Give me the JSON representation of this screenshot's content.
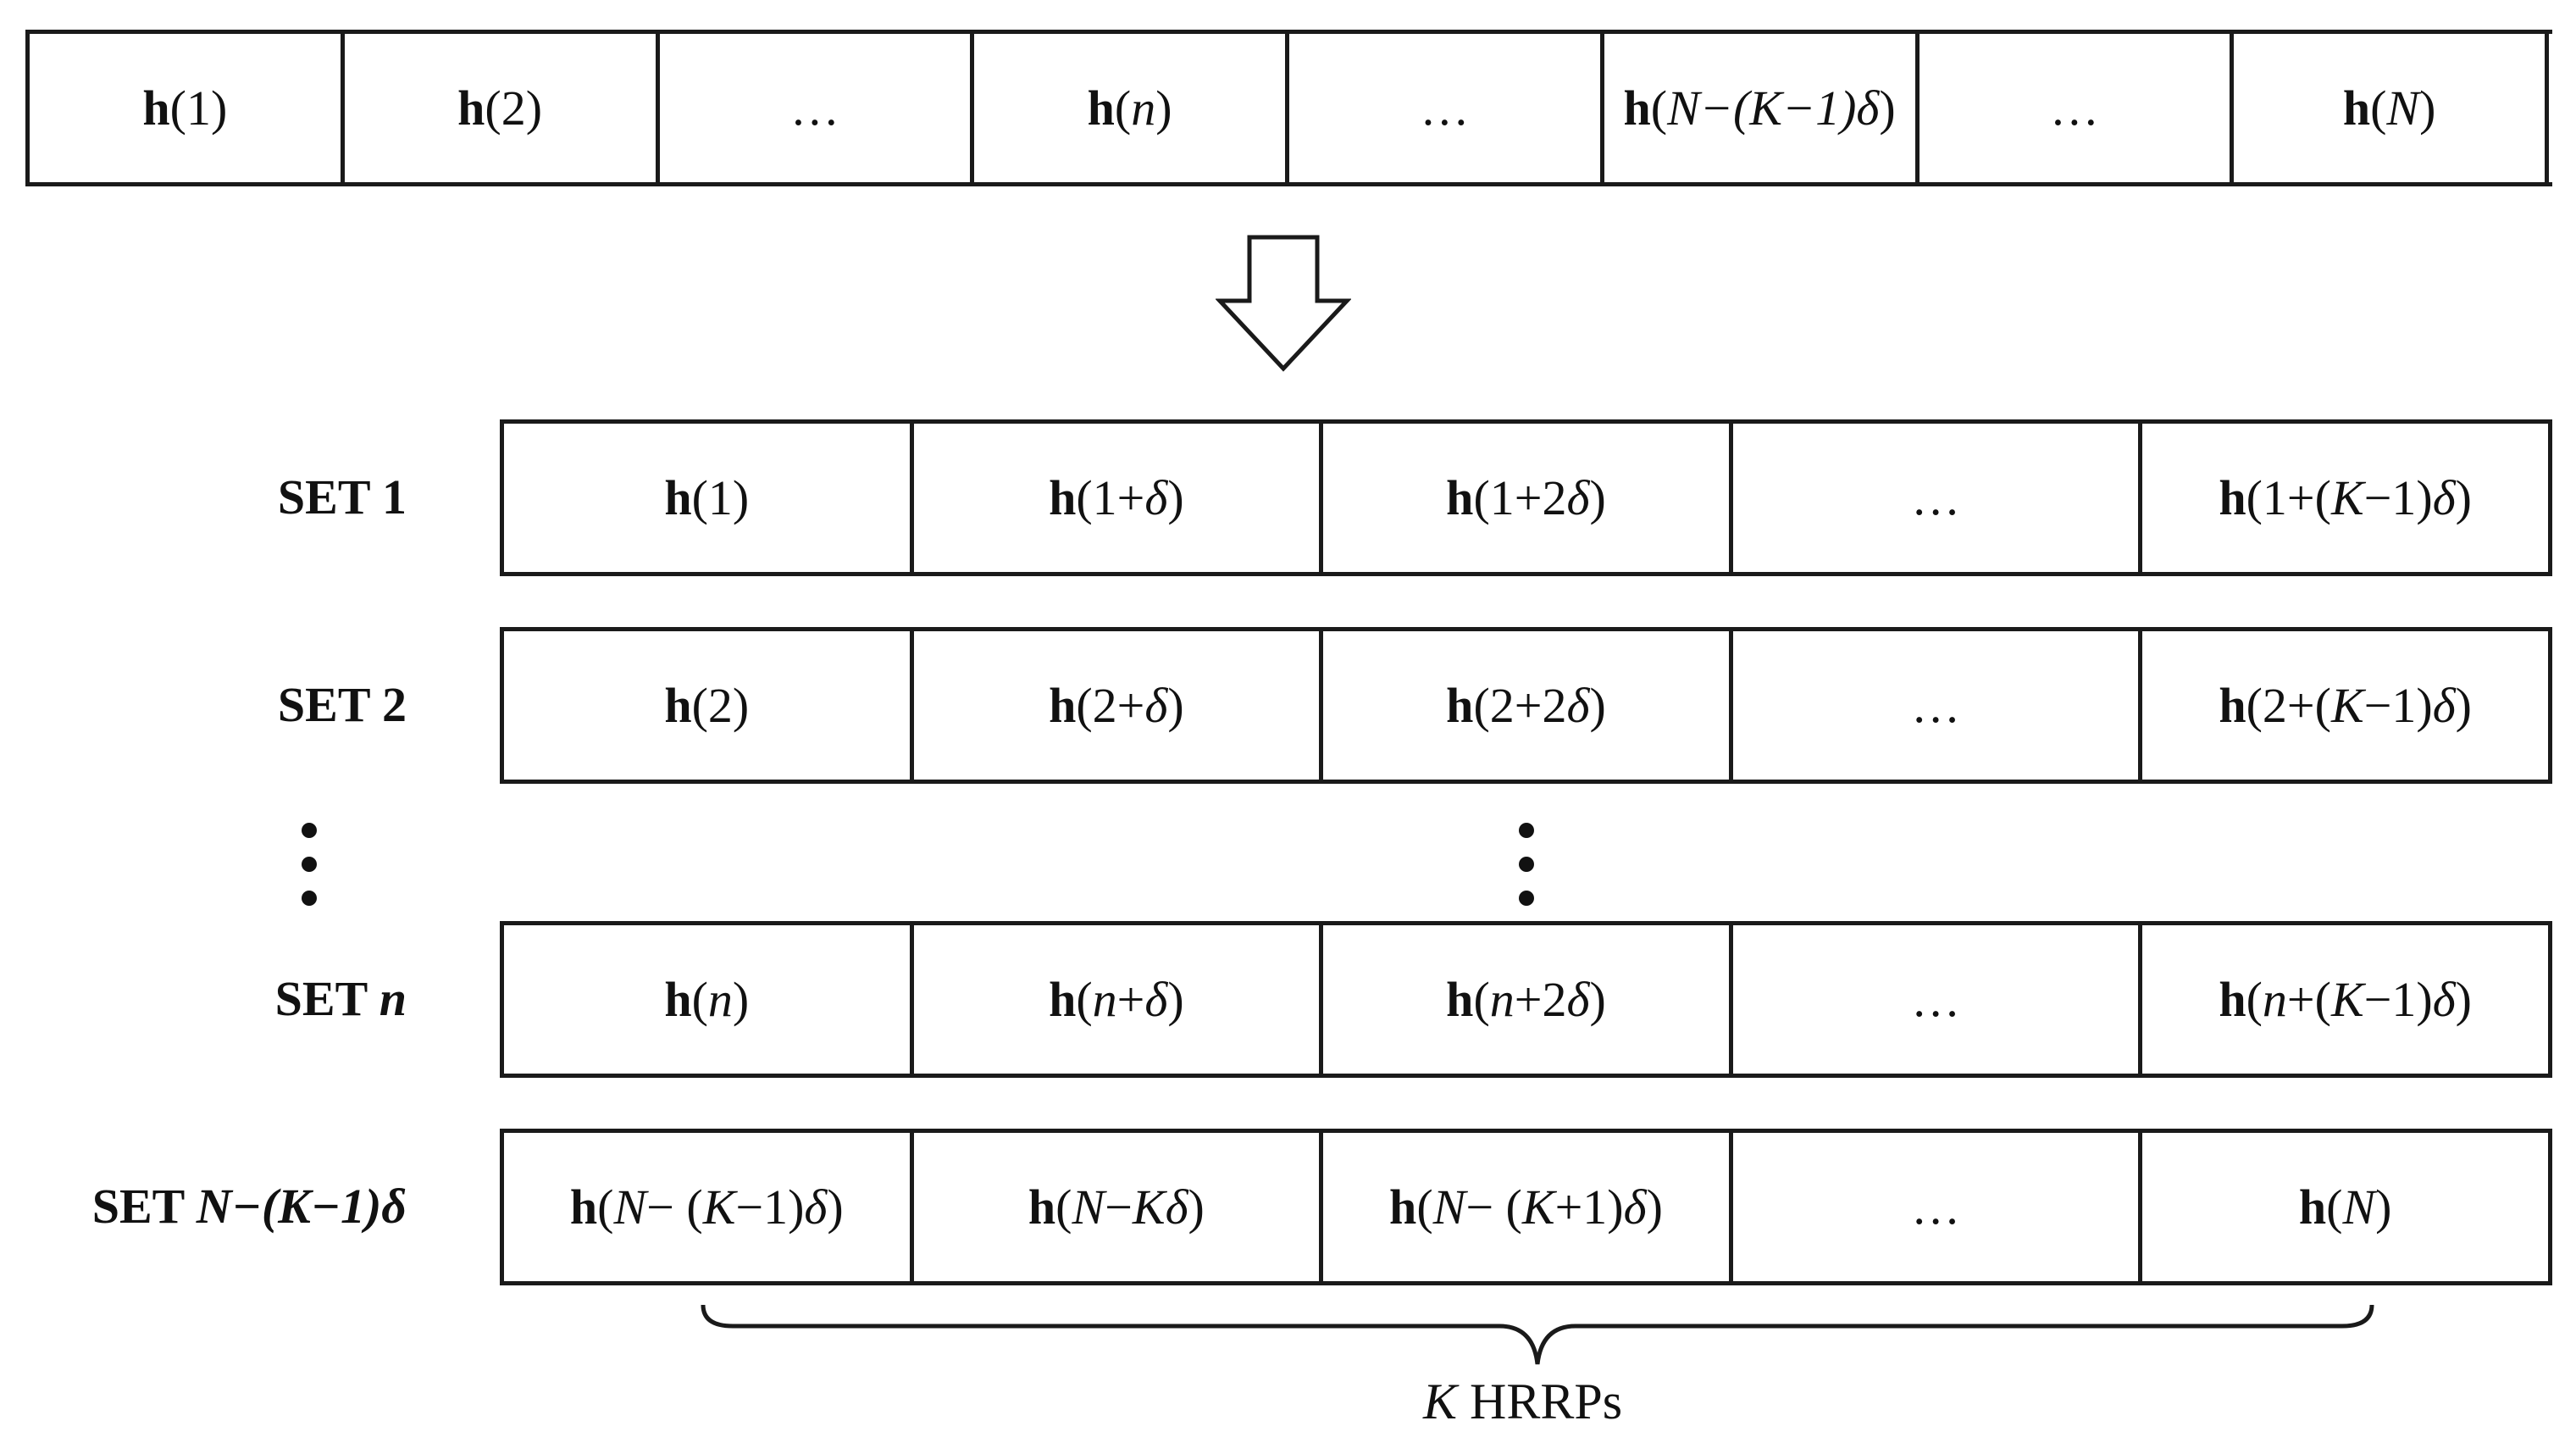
{
  "sequence": {
    "cells": [
      {
        "b": "h",
        "mid": "1",
        "it": false
      },
      {
        "b": "h",
        "mid": "2",
        "it": false
      },
      {
        "b": "",
        "mid": "…",
        "it": false
      },
      {
        "b": "h",
        "mid": "n",
        "it": true
      },
      {
        "b": "",
        "mid": "…",
        "it": false
      },
      {
        "b": "h",
        "mid": "N−(K−1)δ",
        "it": true
      },
      {
        "b": "",
        "mid": "…",
        "it": false
      },
      {
        "b": "h",
        "mid": "N",
        "it": true
      }
    ]
  },
  "sets": [
    {
      "label_prefix": "SET",
      "label_var": "1",
      "label_var_italic": false,
      "cells": [
        "h(1)",
        "h(1+δ)",
        "h(1+2δ)",
        "…",
        "h(1+(K−1)δ)"
      ]
    },
    {
      "label_prefix": "SET",
      "label_var": "2",
      "label_var_italic": false,
      "cells": [
        "h(2)",
        "h(2+δ)",
        "h(2+2δ)",
        "…",
        "h(2+(K−1)δ)"
      ]
    },
    {
      "label_prefix": "SET",
      "label_var": "n",
      "label_var_italic": true,
      "cells": [
        "h(n)",
        "h(n+δ)",
        "h(n+2δ)",
        "…",
        "h(n+(K−1)δ)"
      ]
    },
    {
      "label_prefix": "SET",
      "label_var": "N−(K−1)δ",
      "label_var_italic": true,
      "cells": [
        "h(N− (K−1)δ)",
        "h(N−Kδ)",
        "h(N− (K+1)δ)",
        "…",
        "h(N)"
      ]
    }
  ],
  "brace_label": {
    "var": "K",
    "text": " HRRPs"
  },
  "icons": {
    "transform_arrow": "down-arrow-icon",
    "ellipsis": "vertical-ellipsis-icon",
    "brace": "curly-brace-icon"
  }
}
